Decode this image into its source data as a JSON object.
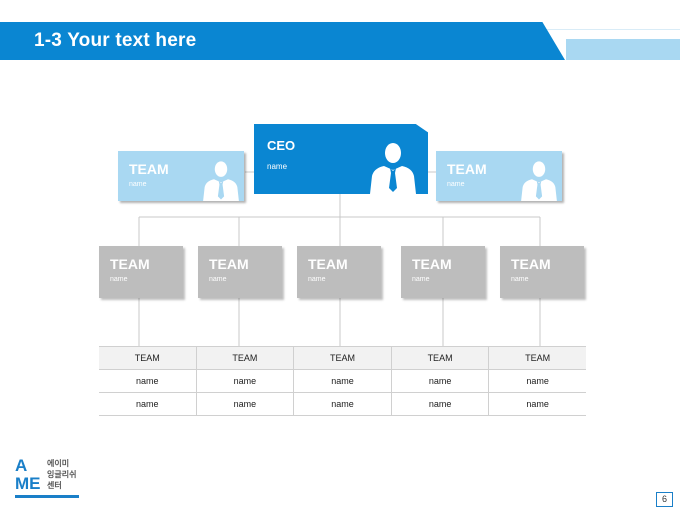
{
  "header": {
    "title": "1-3 Your text here"
  },
  "org_chart": {
    "ceo": {
      "title": "CEO",
      "name": "name"
    },
    "top_teams": [
      {
        "title": "TEAM",
        "name": "name"
      },
      {
        "title": "TEAM",
        "name": "name"
      }
    ],
    "teams": [
      {
        "title": "TEAM",
        "name": "name"
      },
      {
        "title": "TEAM",
        "name": "name"
      },
      {
        "title": "TEAM",
        "name": "name"
      },
      {
        "title": "TEAM",
        "name": "name"
      },
      {
        "title": "TEAM",
        "name": "name"
      }
    ]
  },
  "table": {
    "headers": [
      "TEAM",
      "TEAM",
      "TEAM",
      "TEAM",
      "TEAM"
    ],
    "rows": [
      [
        "name",
        "name",
        "name",
        "name",
        "name"
      ],
      [
        "name",
        "name",
        "name",
        "name",
        "name"
      ]
    ]
  },
  "logo": {
    "letter_a": "A",
    "letter_me": "ME",
    "line1": "에이미",
    "line2": "잉글리쉬",
    "line3": "센터"
  },
  "page_number": "6",
  "colors": {
    "primary": "#0a86d2",
    "light": "#a9d8f2",
    "grey": "#bdbdbd"
  }
}
